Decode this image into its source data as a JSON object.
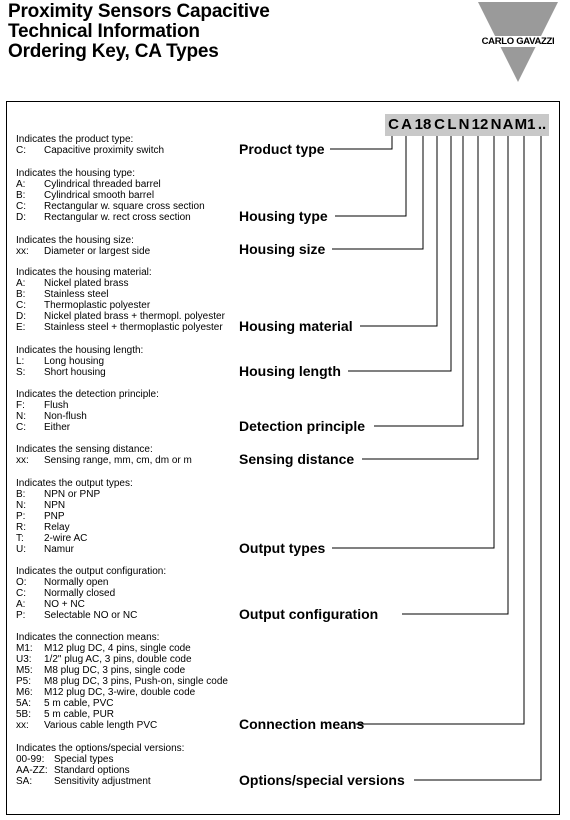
{
  "title_lines": [
    "Proximity Sensors Capacitive",
    "Technical Information",
    "Ordering Key, CA Types"
  ],
  "logo_text": "CARLO GAVAZZI",
  "code_segments": [
    "C",
    "A",
    "18",
    "C",
    "L",
    "N",
    "12",
    "N",
    "A",
    "M1",
    ".."
  ],
  "sections": [
    {
      "heading": "Indicates the product type:",
      "label": "Product type",
      "items": [
        {
          "k": "C:",
          "v": "Capacitive proximity switch"
        }
      ]
    },
    {
      "heading": "Indicates the housing type:",
      "label": "Housing type",
      "items": [
        {
          "k": "A:",
          "v": "Cylindrical threaded barrel"
        },
        {
          "k": "B:",
          "v": "Cylindrical smooth barrel"
        },
        {
          "k": "C:",
          "v": "Rectangular w. square cross section"
        },
        {
          "k": "D:",
          "v": "Rectangular w. rect cross section"
        }
      ]
    },
    {
      "heading": "Indicates the housing size:",
      "label": "Housing size",
      "items": [
        {
          "k": "xx:",
          "v": "Diameter or largest side"
        }
      ]
    },
    {
      "heading": "Indicates the housing material:",
      "label": "Housing material",
      "items": [
        {
          "k": "A:",
          "v": "Nickel plated brass"
        },
        {
          "k": "B:",
          "v": "Stainless steel"
        },
        {
          "k": "C:",
          "v": "Thermoplastic polyester"
        },
        {
          "k": "D:",
          "v": "Nickel plated brass + thermopl. polyester"
        },
        {
          "k": "E:",
          "v": "Stainless steel + thermoplastic polyester"
        }
      ]
    },
    {
      "heading": "Indicates the housing length:",
      "label": "Housing length",
      "items": [
        {
          "k": "L:",
          "v": "Long housing"
        },
        {
          "k": "S:",
          "v": "Short housing"
        }
      ]
    },
    {
      "heading": "Indicates the detection principle:",
      "label": "Detection principle",
      "items": [
        {
          "k": "F:",
          "v": "Flush"
        },
        {
          "k": "N:",
          "v": "Non-flush"
        },
        {
          "k": "C:",
          "v": "Either"
        }
      ]
    },
    {
      "heading": "Indicates the sensing distance:",
      "label": "Sensing distance",
      "items": [
        {
          "k": "xx:",
          "v": "Sensing range, mm, cm, dm or m"
        }
      ]
    },
    {
      "heading": "Indicates the output types:",
      "label": "Output types",
      "items": [
        {
          "k": "B:",
          "v": "NPN or PNP"
        },
        {
          "k": "N:",
          "v": "NPN"
        },
        {
          "k": "P:",
          "v": "PNP"
        },
        {
          "k": "R:",
          "v": "Relay"
        },
        {
          "k": "T:",
          "v": "2-wire AC"
        },
        {
          "k": "U:",
          "v": "Namur"
        }
      ]
    },
    {
      "heading": "Indicates the output configuration:",
      "label": "Output configuration",
      "items": [
        {
          "k": "O:",
          "v": "Normally open"
        },
        {
          "k": "C:",
          "v": "Normally closed"
        },
        {
          "k": "A:",
          "v": "NO + NC"
        },
        {
          "k": "P:",
          "v": "Selectable NO or NC"
        }
      ]
    },
    {
      "heading": "Indicates the connection means:",
      "label": "Connection means",
      "items": [
        {
          "k": "M1:",
          "v": "M12 plug DC, 4 pins, single code"
        },
        {
          "k": "U3:",
          "v": "1/2\" plug AC, 3 pins, double code"
        },
        {
          "k": "M5:",
          "v": "M8 plug DC, 3 pins, single code"
        },
        {
          "k": "P5:",
          "v": "M8 plug DC, 3 pins, Push-on, single code"
        },
        {
          "k": "M6:",
          "v": "M12 plug DC, 3-wire, double code"
        },
        {
          "k": "5A:",
          "v": "5 m cable, PVC"
        },
        {
          "k": "5B:",
          "v": "5 m cable, PUR"
        },
        {
          "k": "xx:",
          "v": "Various cable length PVC"
        }
      ]
    },
    {
      "heading": "Indicates the options/special versions:",
      "label": "Options/special versions",
      "items": [
        {
          "k": "00-99:",
          "v": "Special types"
        },
        {
          "k": "AA-ZZ:",
          "v": "Standard options"
        },
        {
          "k": "SA:",
          "v": "Sensitivity adjustment"
        }
      ]
    }
  ]
}
